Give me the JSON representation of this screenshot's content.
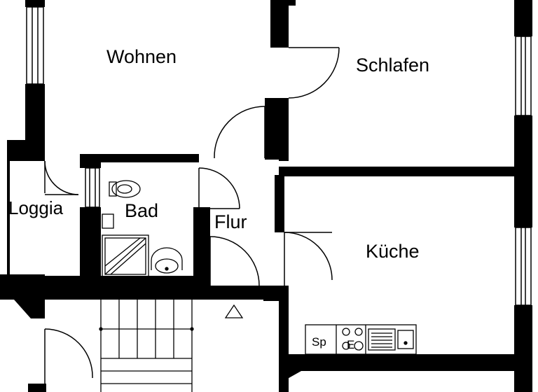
{
  "rooms": {
    "wohnen": "Wohnen",
    "schlafen": "Schlafen",
    "loggia": "Loggia",
    "bad": "Bad",
    "flur": "Flur",
    "kueche": "Küche"
  },
  "fixtures": {
    "fridge": "Sp",
    "stove": "E"
  },
  "colors": {
    "wall": "#000000",
    "line": "#000000",
    "background": "#ffffff"
  }
}
